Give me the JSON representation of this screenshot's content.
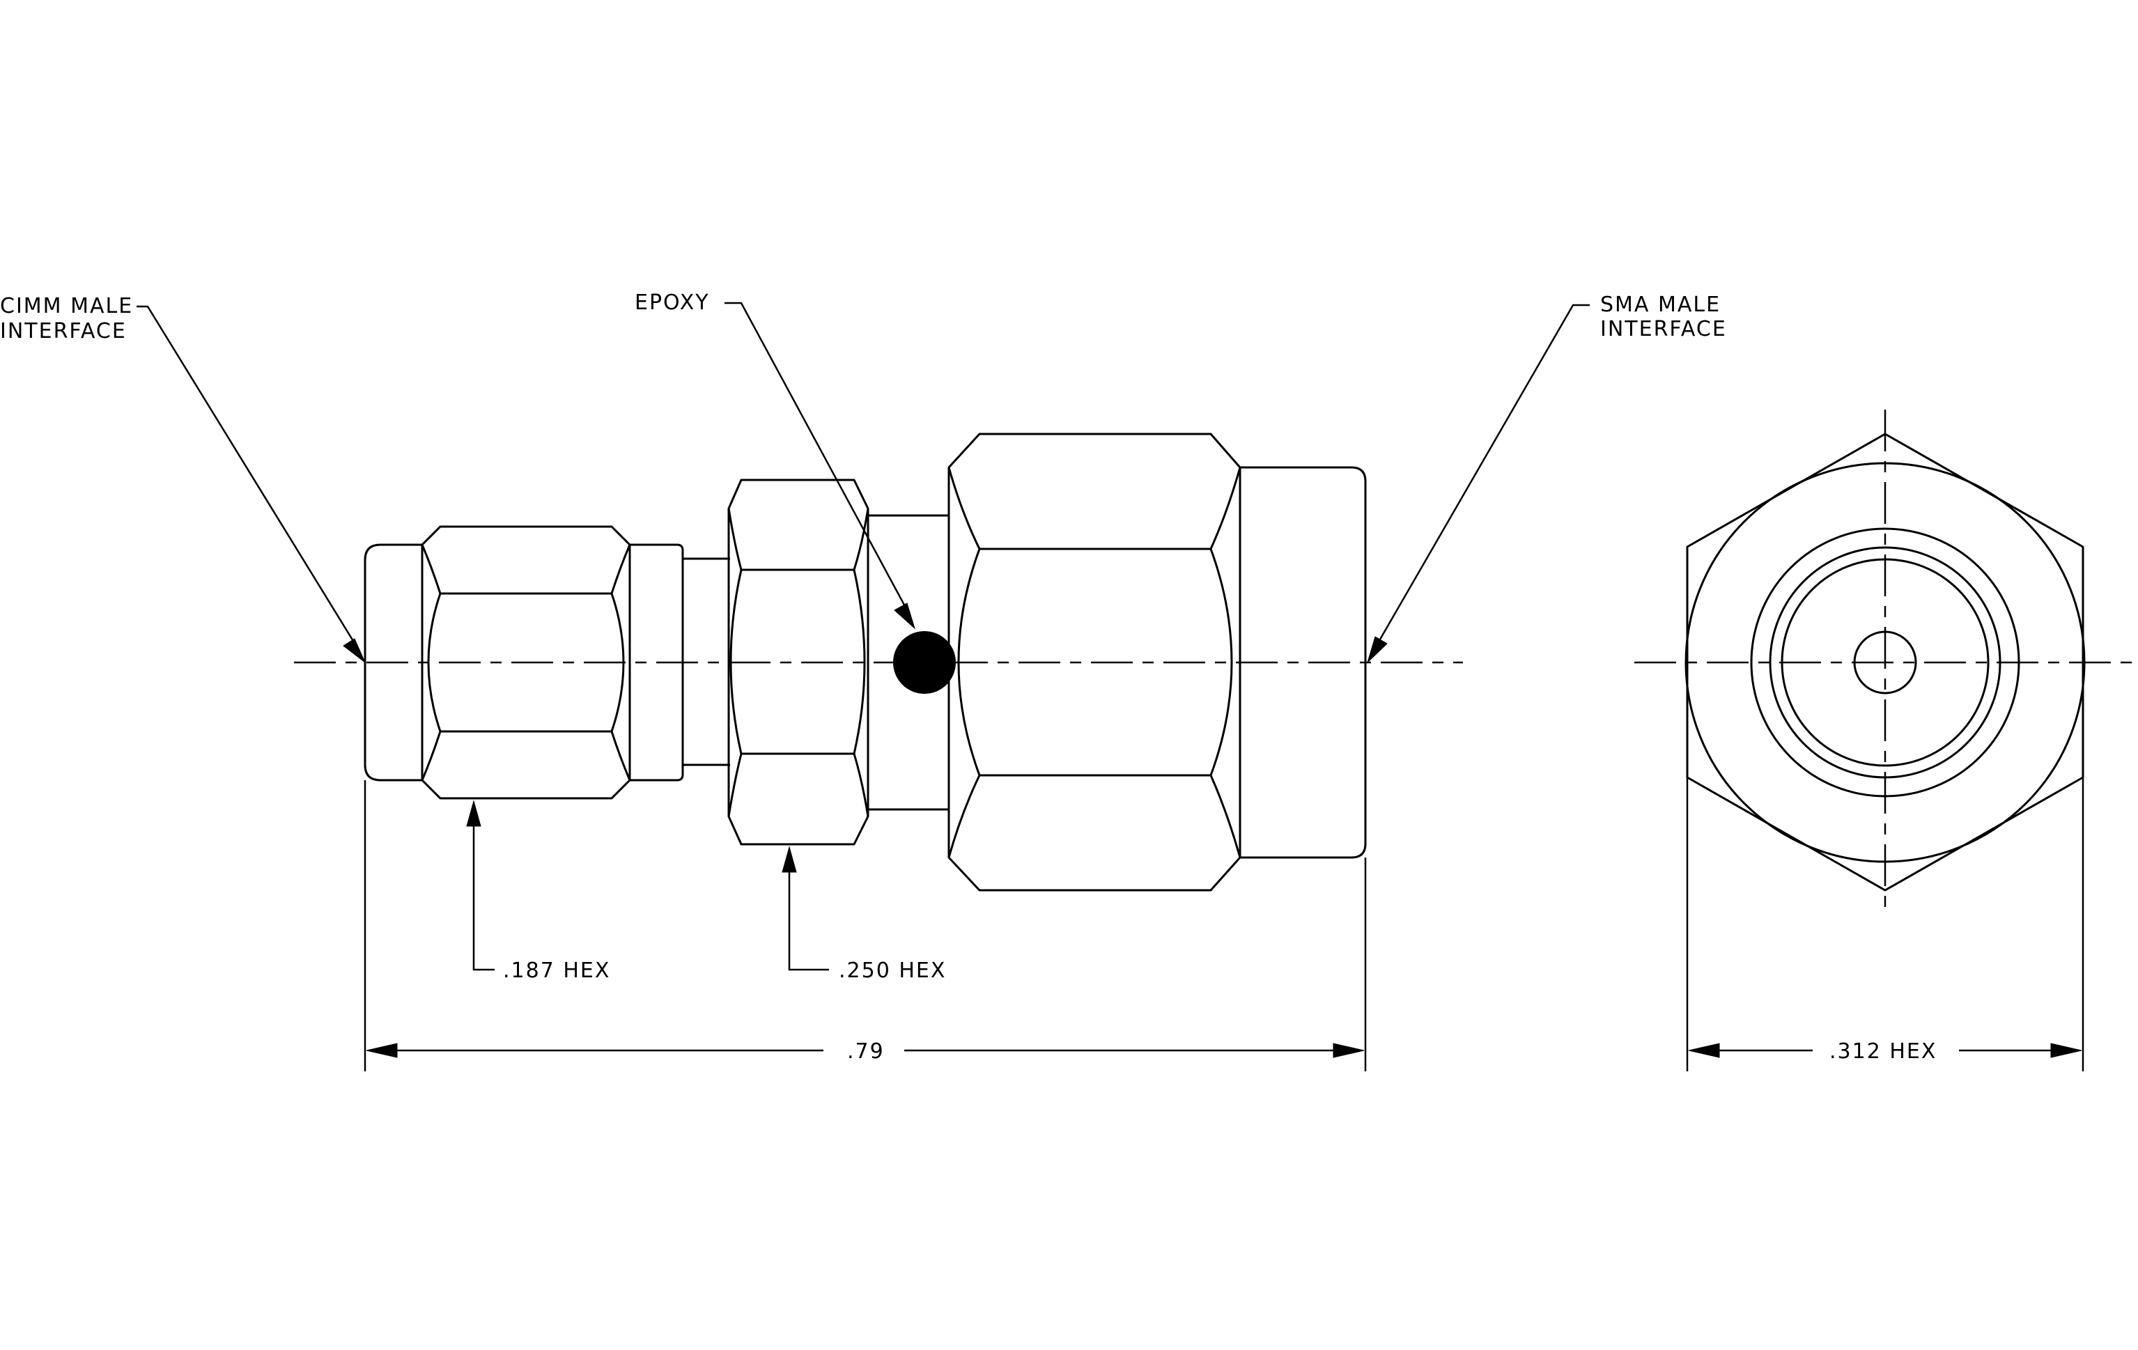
{
  "labels": {
    "cimm_line1": "CIMM MALE",
    "cimm_line2": "INTERFACE",
    "epoxy": "EPOXY",
    "sma_line1": "SMA MALE",
    "sma_line2": "INTERFACE",
    "hex_187": ".187 HEX",
    "hex_250": ".250 HEX",
    "length_79": ".79",
    "hex_312": ".312 HEX"
  },
  "colors": {
    "line": "#000000",
    "background": "#ffffff"
  }
}
